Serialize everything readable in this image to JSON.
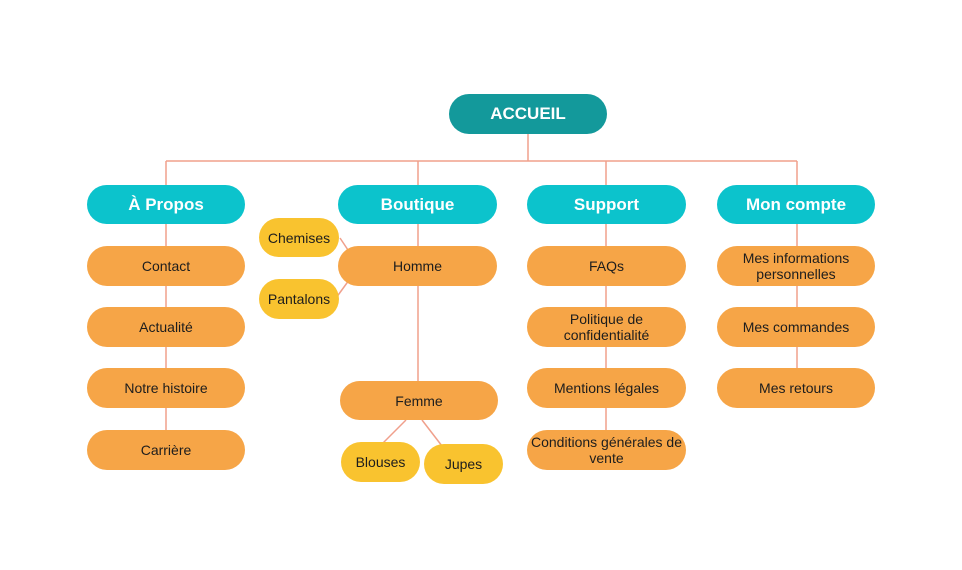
{
  "colors": {
    "root": "#13999b",
    "category": "#0cc3cc",
    "page": "#f6a547",
    "subpage": "#f9c32f",
    "connector": "#f0a08c"
  },
  "root": {
    "label": "ACCUEIL"
  },
  "categories": [
    {
      "label": "À Propos",
      "children": [
        "Contact",
        "Actualité",
        "Notre histoire",
        "Carrière"
      ]
    },
    {
      "label": "Boutique",
      "children": [
        "Homme",
        "Femme"
      ]
    },
    {
      "label": "Support",
      "children": [
        "FAQs",
        "Politique de confidentialité",
        "Mentions légales",
        "Conditions générales de vente"
      ]
    },
    {
      "label": "Mon compte",
      "children": [
        "Mes informations personnelles",
        "Mes commandes",
        "Mes retours"
      ]
    }
  ],
  "boutique_sub": {
    "homme": [
      "Chemises",
      "Pantalons"
    ],
    "femme": [
      "Blouses",
      "Jupes"
    ]
  }
}
